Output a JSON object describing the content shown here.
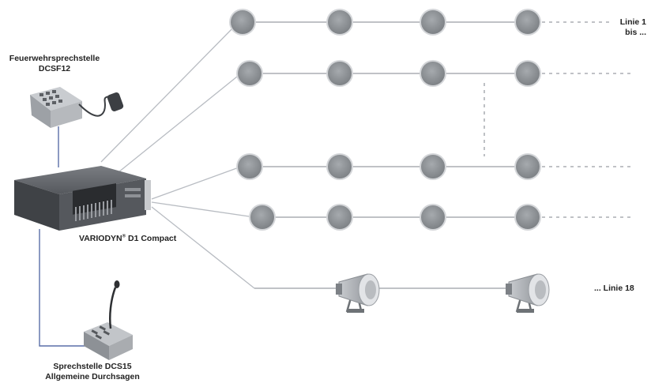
{
  "labels": {
    "fireman_station": [
      "Feuerwehrsprechstelle",
      "DCSF12"
    ],
    "controller_prefix": "VARIODYN",
    "controller_reg": "®",
    "controller_suffix": " D1 Compact",
    "line_first": [
      "Linie 1",
      "bis ..."
    ],
    "line_last": "... Linie 18",
    "call_station": [
      "Sprechstelle DCS15",
      "Allgemeine Durchsagen"
    ]
  },
  "lines": [
    {
      "speakers": 4,
      "type": "ceiling-speaker"
    },
    {
      "speakers": 4,
      "type": "ceiling-speaker"
    },
    {
      "speakers": 4,
      "type": "ceiling-speaker"
    },
    {
      "speakers": 4,
      "type": "ceiling-speaker"
    },
    {
      "speakers": 2,
      "type": "horn-speaker"
    }
  ],
  "colors": {
    "speaker": "#8e9296",
    "speaker_ring": "#d4d6d9",
    "wire": "#b8bcc2",
    "wire_blue": "#5a6fa8",
    "device_body": "#5b5e63"
  }
}
